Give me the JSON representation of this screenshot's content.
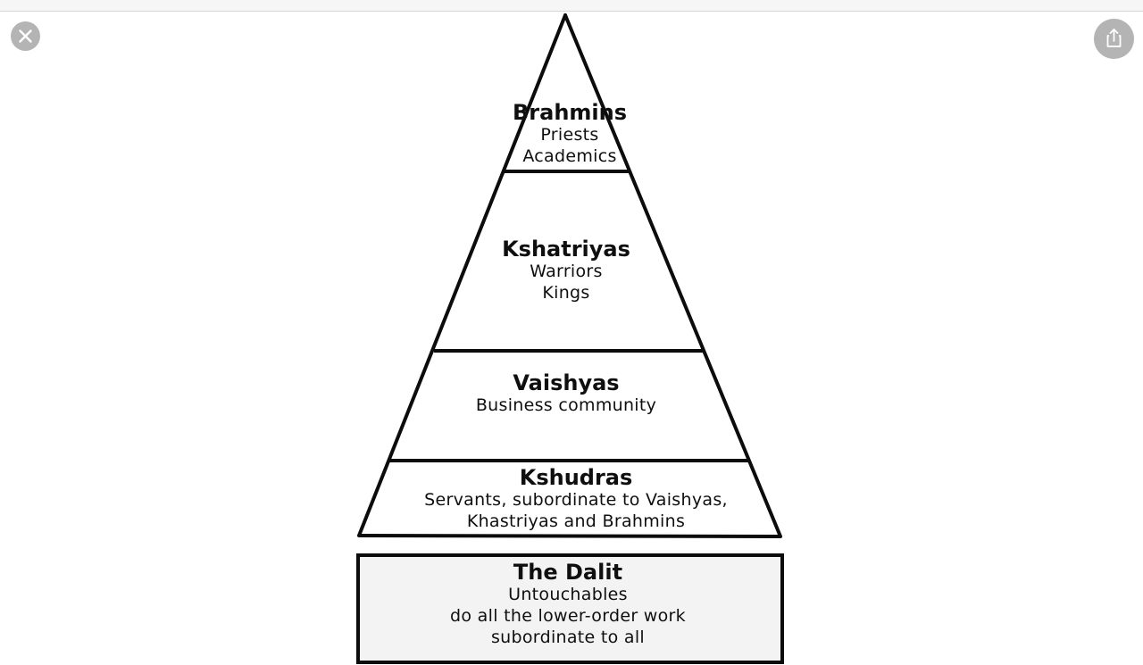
{
  "toolbar": {
    "close_icon": "close-icon",
    "share_icon": "share-icon"
  },
  "pyramid": {
    "brahmins": {
      "title": "Brahmins",
      "lines": [
        "Priests",
        "Academics"
      ]
    },
    "kshatriyas": {
      "title": "Kshatriyas",
      "lines": [
        "Warriors",
        "Kings"
      ]
    },
    "vaishyas": {
      "title": "Vaishyas",
      "lines": [
        "Business community"
      ]
    },
    "kshudras": {
      "title": "Kshudras",
      "lines": [
        "Servants, subordinate to Vaishyas,",
        "Khastriyas and Brahmins"
      ]
    }
  },
  "dalit": {
    "title": "The Dalit",
    "lines": [
      "Untouchables",
      "do all the lower-order work",
      "subordinate to all"
    ]
  }
}
